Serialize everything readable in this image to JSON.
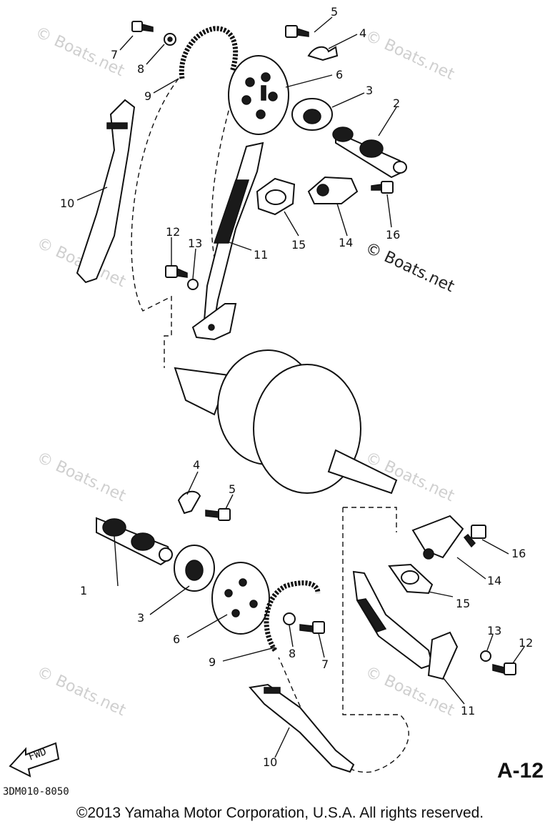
{
  "diagram": {
    "page_code": "A-12",
    "drawing_code": "3DM010-8050",
    "fwd_label": "FWD",
    "watermark": "© Boats.net",
    "copyright": "©2013 Yamaha Motor Corporation, U.S.A. All rights reserved.",
    "callouts_upper": [
      "5",
      "4",
      "7",
      "8",
      "6",
      "3",
      "9",
      "2",
      "10",
      "15",
      "14",
      "16",
      "12",
      "13",
      "11"
    ],
    "callouts_lower": [
      "4",
      "5",
      "16",
      "1",
      "14",
      "15",
      "3",
      "13",
      "12",
      "6",
      "9",
      "8",
      "7",
      "11",
      "10"
    ]
  }
}
